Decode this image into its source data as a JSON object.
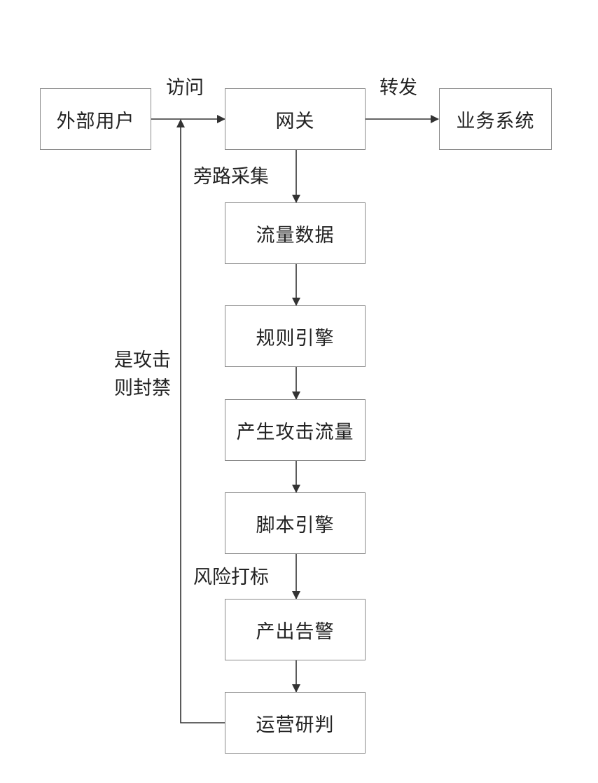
{
  "nodes": {
    "external_user": "外部用户",
    "gateway": "网关",
    "business_system": "业务系统",
    "traffic_data": "流量数据",
    "rule_engine": "规则引擎",
    "attack_traffic": "产生攻击流量",
    "script_engine": "脚本引擎",
    "alert": "产出告警",
    "ops_review": "运营研判"
  },
  "edge_labels": {
    "access": "访问",
    "forward": "转发",
    "bypass_collect": "旁路采集",
    "risk_tag": "风险打标",
    "block_line1": "是攻击",
    "block_line2": "则封禁"
  },
  "colors": {
    "line": "#333333",
    "box_border": "#8a8a8a",
    "text": "#222222"
  }
}
